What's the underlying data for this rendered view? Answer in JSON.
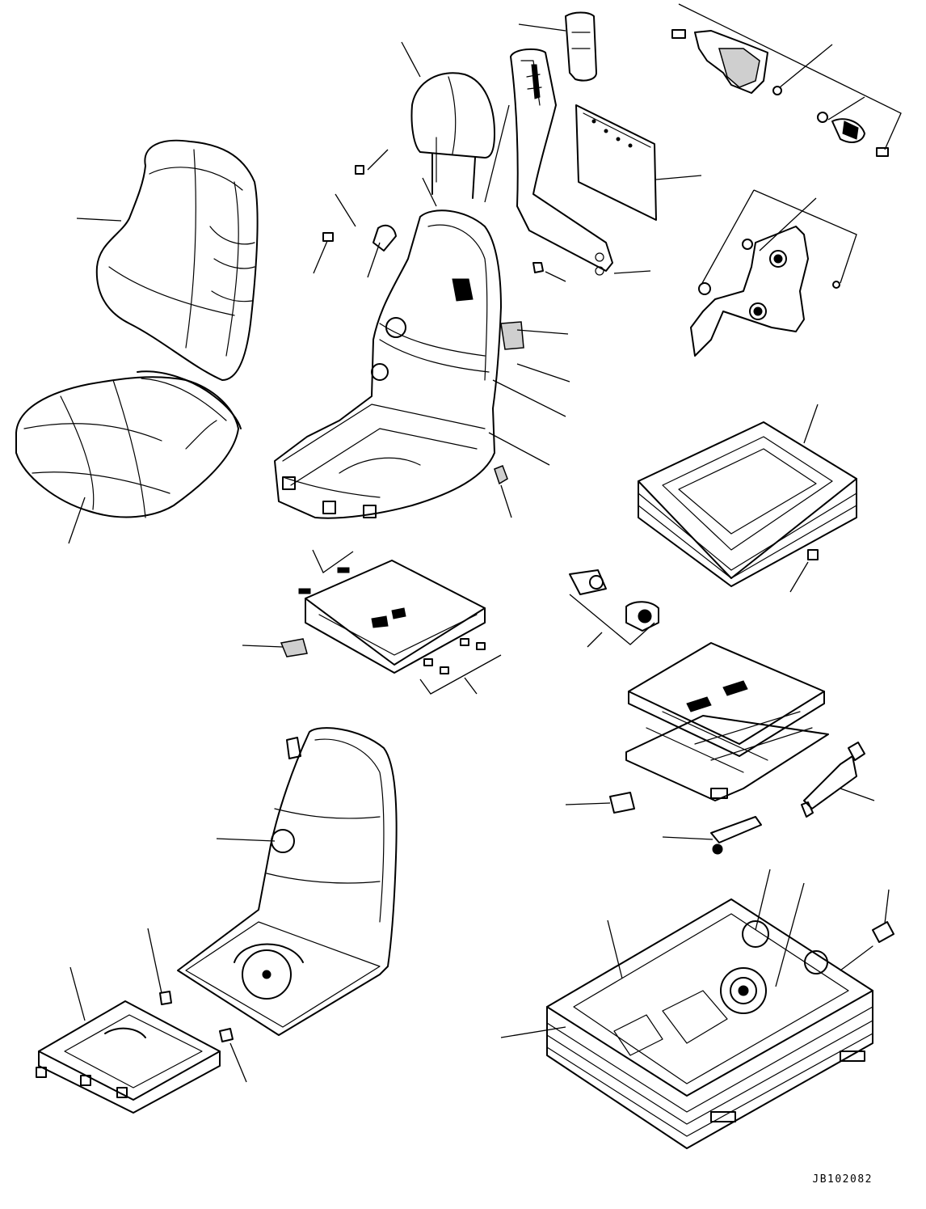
{
  "drawing": {
    "code": "JB102082",
    "line_color": "#000000",
    "background": "#ffffff"
  },
  "parts": [
    {
      "id": "seat-back-cushion",
      "icon": "seat-back-cushion-icon"
    },
    {
      "id": "seat-bottom-cushion",
      "icon": "seat-cushion-icon"
    },
    {
      "id": "headrest",
      "icon": "headrest-icon"
    },
    {
      "id": "armrest-cap",
      "icon": "armrest-cap-icon"
    },
    {
      "id": "armrest",
      "icon": "armrest-icon"
    },
    {
      "id": "back-pocket-panel",
      "icon": "panel-icon"
    },
    {
      "id": "recline-lever-assembly",
      "icon": "lever-icon"
    },
    {
      "id": "side-cover",
      "icon": "side-cover-icon"
    },
    {
      "id": "seat-frame-upper",
      "icon": "seat-frame-icon"
    },
    {
      "id": "suspension-bellows-cover",
      "icon": "bellows-icon"
    },
    {
      "id": "slide-rail-plate",
      "icon": "slide-plate-icon"
    },
    {
      "id": "switch-connectors",
      "icon": "connector-icon"
    },
    {
      "id": "suspension-scissor-unit",
      "icon": "scissor-icon"
    },
    {
      "id": "shock-absorber",
      "icon": "damper-icon"
    },
    {
      "id": "seat-frame-lower",
      "icon": "seat-frame-icon"
    },
    {
      "id": "base-bracket",
      "icon": "bracket-icon"
    },
    {
      "id": "suspension-assembly",
      "icon": "suspension-icon"
    }
  ]
}
